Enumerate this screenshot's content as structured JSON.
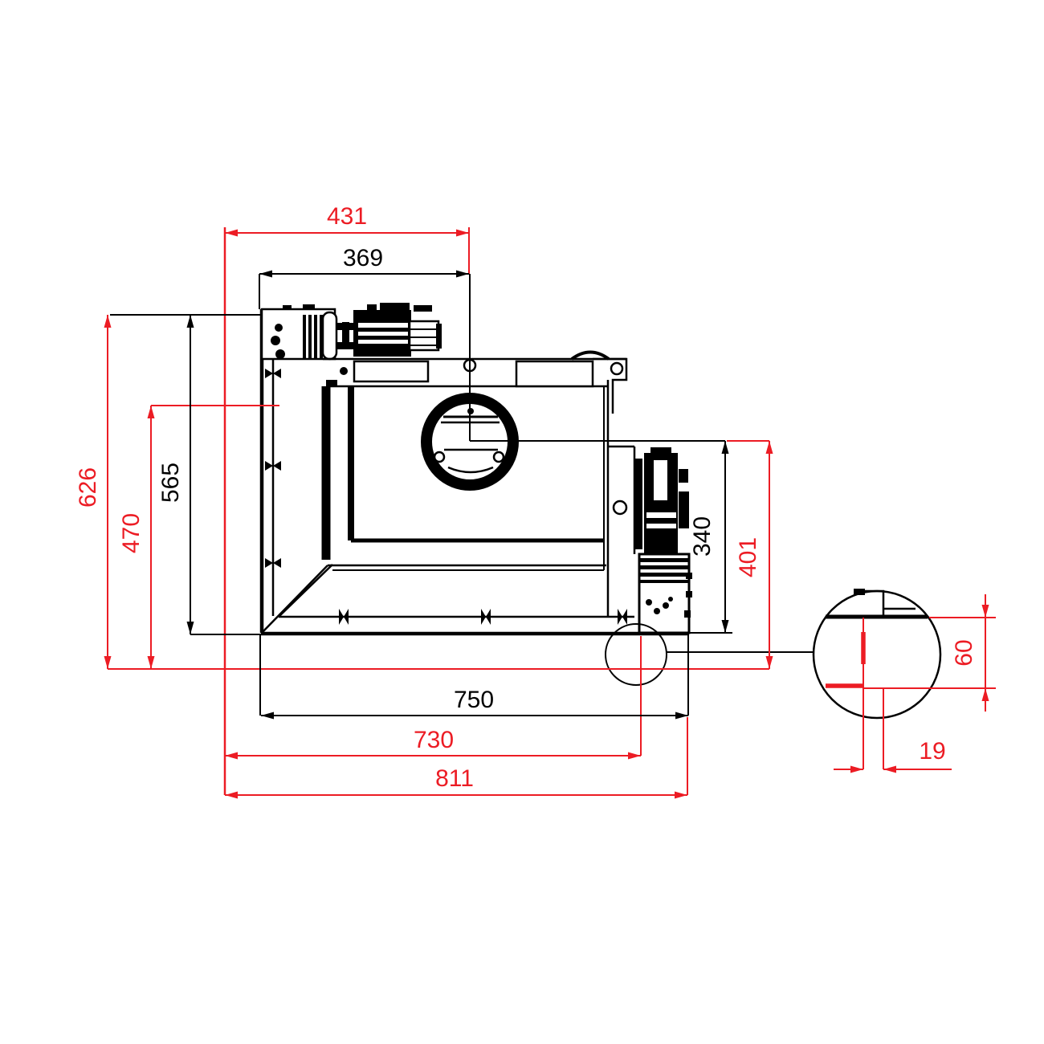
{
  "colors": {
    "red": "#ec1c24",
    "black": "#000000",
    "background": "#ffffff"
  },
  "dimensions": {
    "top_outer": "431",
    "top_inner": "369",
    "left_outer": "626",
    "left_inner": "470",
    "left_mid": "565",
    "right_inner": "340",
    "right_outer": "401",
    "bottom_inner": "750",
    "bottom_mid": "730",
    "bottom_outer": "811",
    "detail_height": "60",
    "detail_offset": "19"
  }
}
